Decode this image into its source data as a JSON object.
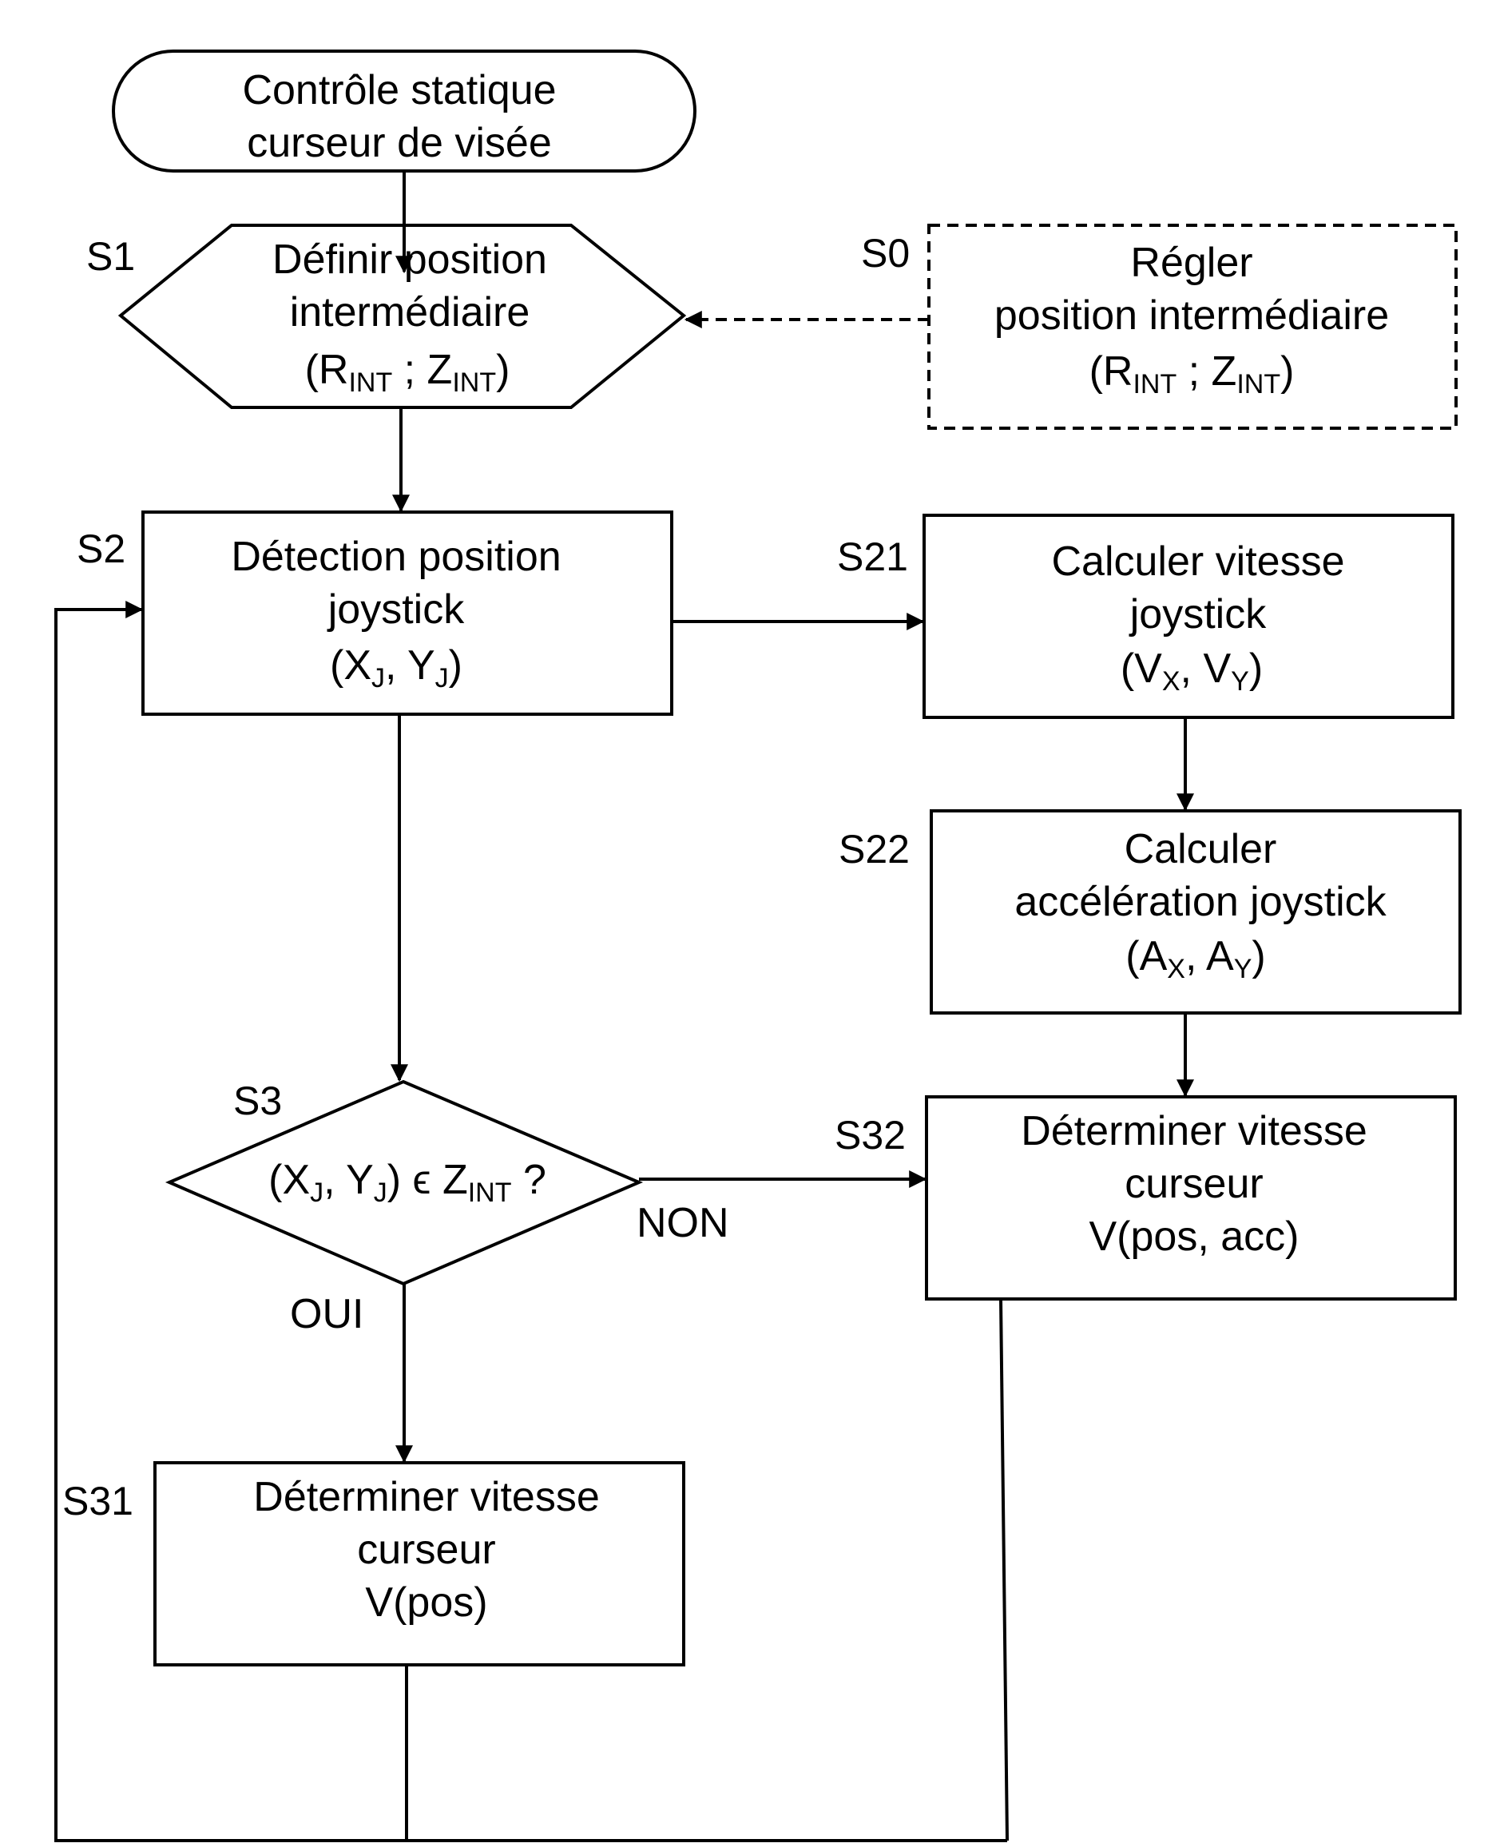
{
  "nodes": {
    "start": {
      "line1": "Contrôle statique",
      "line2": "curseur de visée"
    },
    "s0": {
      "step": "S0",
      "line1": "Régler",
      "line2": "position intermédiaire",
      "line3": {
        "p1": "(R",
        "s1": "INT",
        "p2": " ; Z",
        "s2": "INT",
        "p3": ")"
      }
    },
    "s1": {
      "step": "S1",
      "line1": "Définir position",
      "line2": "intermédiaire",
      "line3": {
        "p1": "(R",
        "s1": "INT",
        "p2": " ; Z",
        "s2": "INT",
        "p3": ")"
      }
    },
    "s2": {
      "step": "S2",
      "line1": "Détection position",
      "line2": "joystick",
      "line3": {
        "p1": "(X",
        "s1": "J",
        "p2": ", Y",
        "s2": "J",
        "p3": ")"
      }
    },
    "s21": {
      "step": "S21",
      "line1": "Calculer vitesse",
      "line2": "joystick",
      "line3": {
        "p1": "(V",
        "s1": "X",
        "p2": ", V",
        "s2": "Y",
        "p3": ")"
      }
    },
    "s22": {
      "step": "S22",
      "line1": "Calculer",
      "line2": "accélération joystick",
      "line3": {
        "p1": "(A",
        "s1": "X",
        "p2": ", A",
        "s2": "Y",
        "p3": ")"
      }
    },
    "s3": {
      "step": "S3",
      "cond": {
        "p1": "(X",
        "s1": "J",
        "p2": ", Y",
        "s2": "J",
        "p3": ") ϵ Z",
        "s3": "INT",
        "p4": " ?"
      }
    },
    "s31": {
      "step": "S31",
      "line1": "Déterminer vitesse",
      "line2": "curseur",
      "line3": "V(pos)"
    },
    "s32": {
      "step": "S32",
      "line1": "Déterminer vitesse",
      "line2": "curseur",
      "line3": "V(pos, acc)"
    }
  },
  "branches": {
    "yes": "OUI",
    "no": "NON"
  },
  "colors": {
    "stroke": "#000000",
    "background": "#ffffff"
  }
}
